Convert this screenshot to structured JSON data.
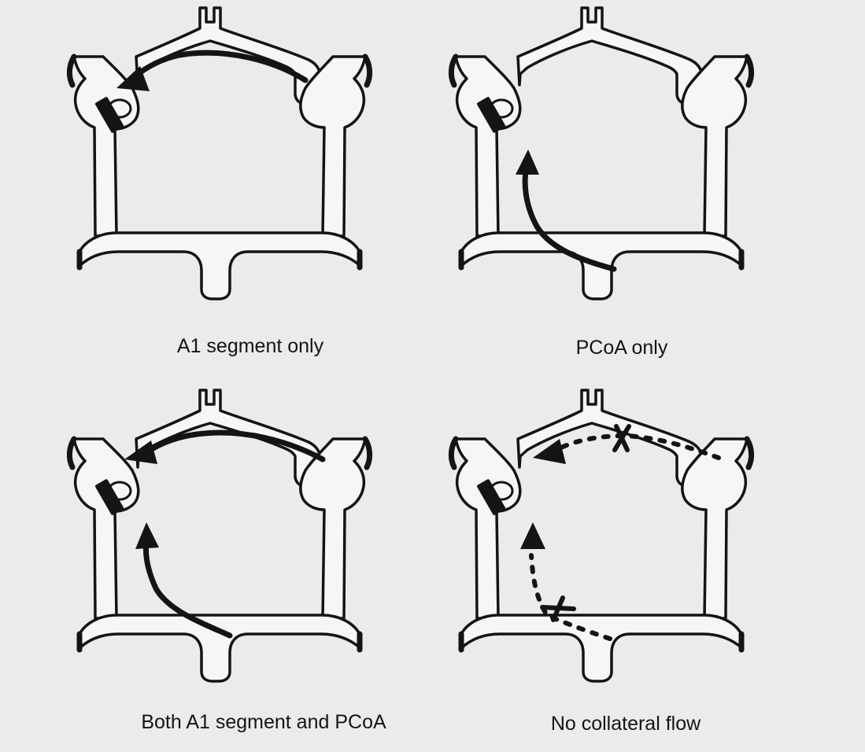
{
  "figure": {
    "panels": [
      {
        "caption": "A1 segment only",
        "flows": [
          "A1 segment"
        ],
        "blocked": []
      },
      {
        "caption": "PCoA only",
        "flows": [
          "PCoA"
        ],
        "blocked": []
      },
      {
        "caption": "Both A1 segment and PCoA",
        "flows": [
          "A1 segment",
          "PCoA"
        ],
        "blocked": []
      },
      {
        "caption": "No collateral flow",
        "flows": [],
        "blocked": [
          "A1 segment",
          "PCoA"
        ]
      }
    ],
    "colors": {
      "background": "#ebebe9",
      "ink": "#141414",
      "vessel_fill": "#f6f6f4"
    }
  }
}
